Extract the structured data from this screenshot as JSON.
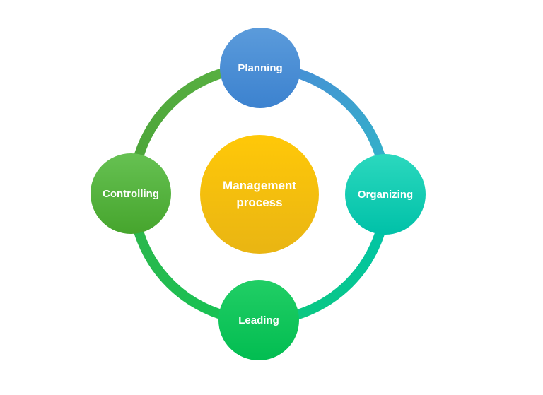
{
  "diagram": {
    "type": "cycle",
    "background": "#ffffff",
    "text_color": "#ffffff",
    "center": {
      "label": "Management process",
      "color_top": "#ffc808",
      "color_bottom": "#e9b513"
    },
    "nodes": [
      {
        "id": "planning",
        "label": "Planning",
        "position": "top",
        "color_top": "#5b9bdb",
        "color_bottom": "#3c82cf"
      },
      {
        "id": "organizing",
        "label": "Organizing",
        "position": "right",
        "color_top": "#2bd8be",
        "color_bottom": "#00c1a8"
      },
      {
        "id": "leading",
        "label": "Leading",
        "position": "bottom",
        "color_top": "#21ce65",
        "color_bottom": "#02bd51"
      },
      {
        "id": "controlling",
        "label": "Controlling",
        "position": "left",
        "color_top": "#66c152",
        "color_bottom": "#46a52d"
      }
    ],
    "arcs": [
      {
        "id": "planning-to-organizing",
        "from": "#4a8ad8",
        "to": "#2fb7c6"
      },
      {
        "id": "organizing-to-leading",
        "from": "#00c4ad",
        "to": "#0cc878"
      },
      {
        "id": "leading-to-controlling",
        "from": "#12c556",
        "to": "#31b44a"
      },
      {
        "id": "controlling-to-planning",
        "from": "#4aa338",
        "to": "#5ab243"
      }
    ]
  }
}
